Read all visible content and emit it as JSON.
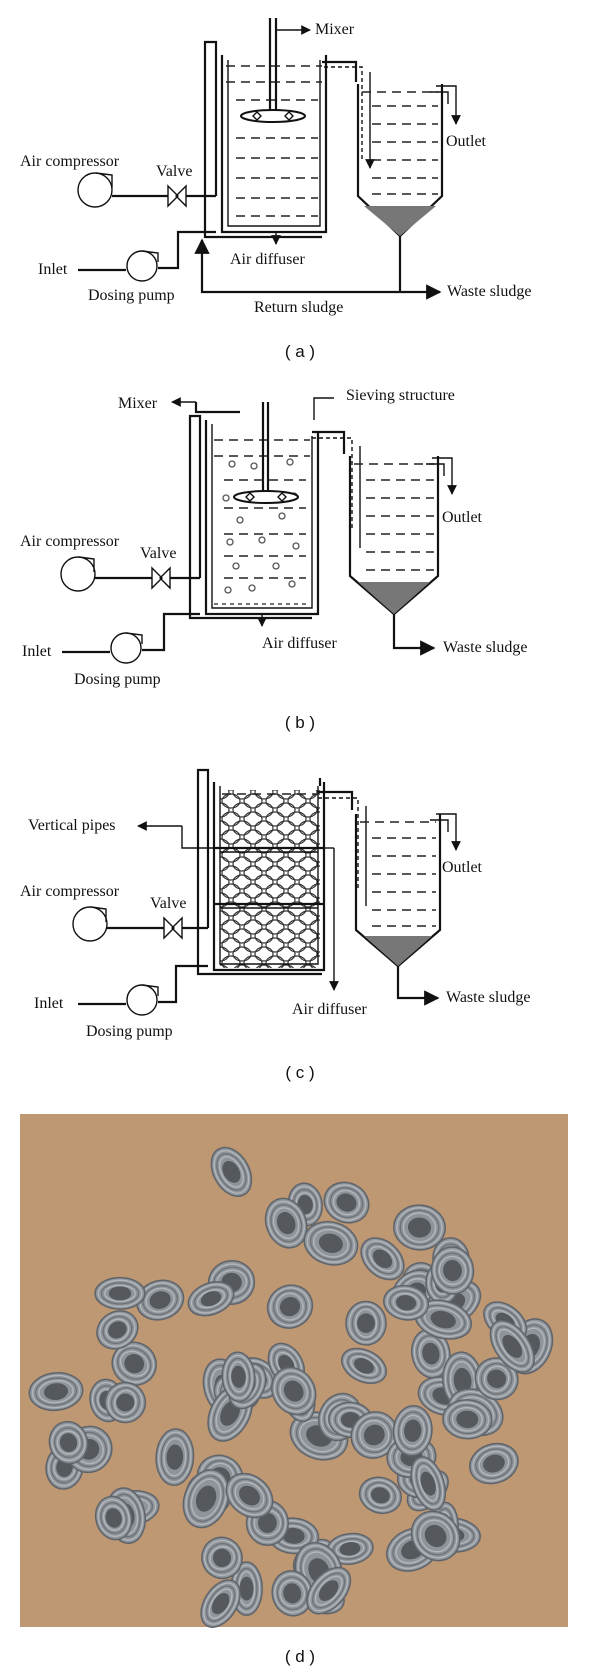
{
  "panels": {
    "a": {
      "caption": "( a )",
      "labels": {
        "mixer": "Mixer",
        "air_compressor": "Air compressor",
        "valve": "Valve",
        "inlet": "Inlet",
        "dosing_pump": "Dosing pump",
        "air_diffuser": "Air diffuser",
        "return_sludge": "Return sludge",
        "waste_sludge": "Waste sludge",
        "outlet": "Outlet"
      }
    },
    "b": {
      "caption": "( b )",
      "labels": {
        "mixer": "Mixer",
        "sieving_structure": "Sieving structure",
        "air_compressor": "Air compressor",
        "valve": "Valve",
        "inlet": "Inlet",
        "dosing_pump": "Dosing pump",
        "air_diffuser": "Air diffuser",
        "waste_sludge": "Waste sludge",
        "outlet": "Outlet"
      }
    },
    "c": {
      "caption": "( c )",
      "labels": {
        "vertical_pipes": "Vertical pipes",
        "air_compressor": "Air compressor",
        "valve": "Valve",
        "inlet": "Inlet",
        "dosing_pump": "Dosing pump",
        "air_diffuser": "Air diffuser",
        "waste_sludge": "Waste sludge",
        "outlet": "Outlet"
      }
    },
    "d": {
      "caption": "( d )",
      "photo_subject": "grey corrugated plastic pipe rings (carrier media)"
    }
  }
}
